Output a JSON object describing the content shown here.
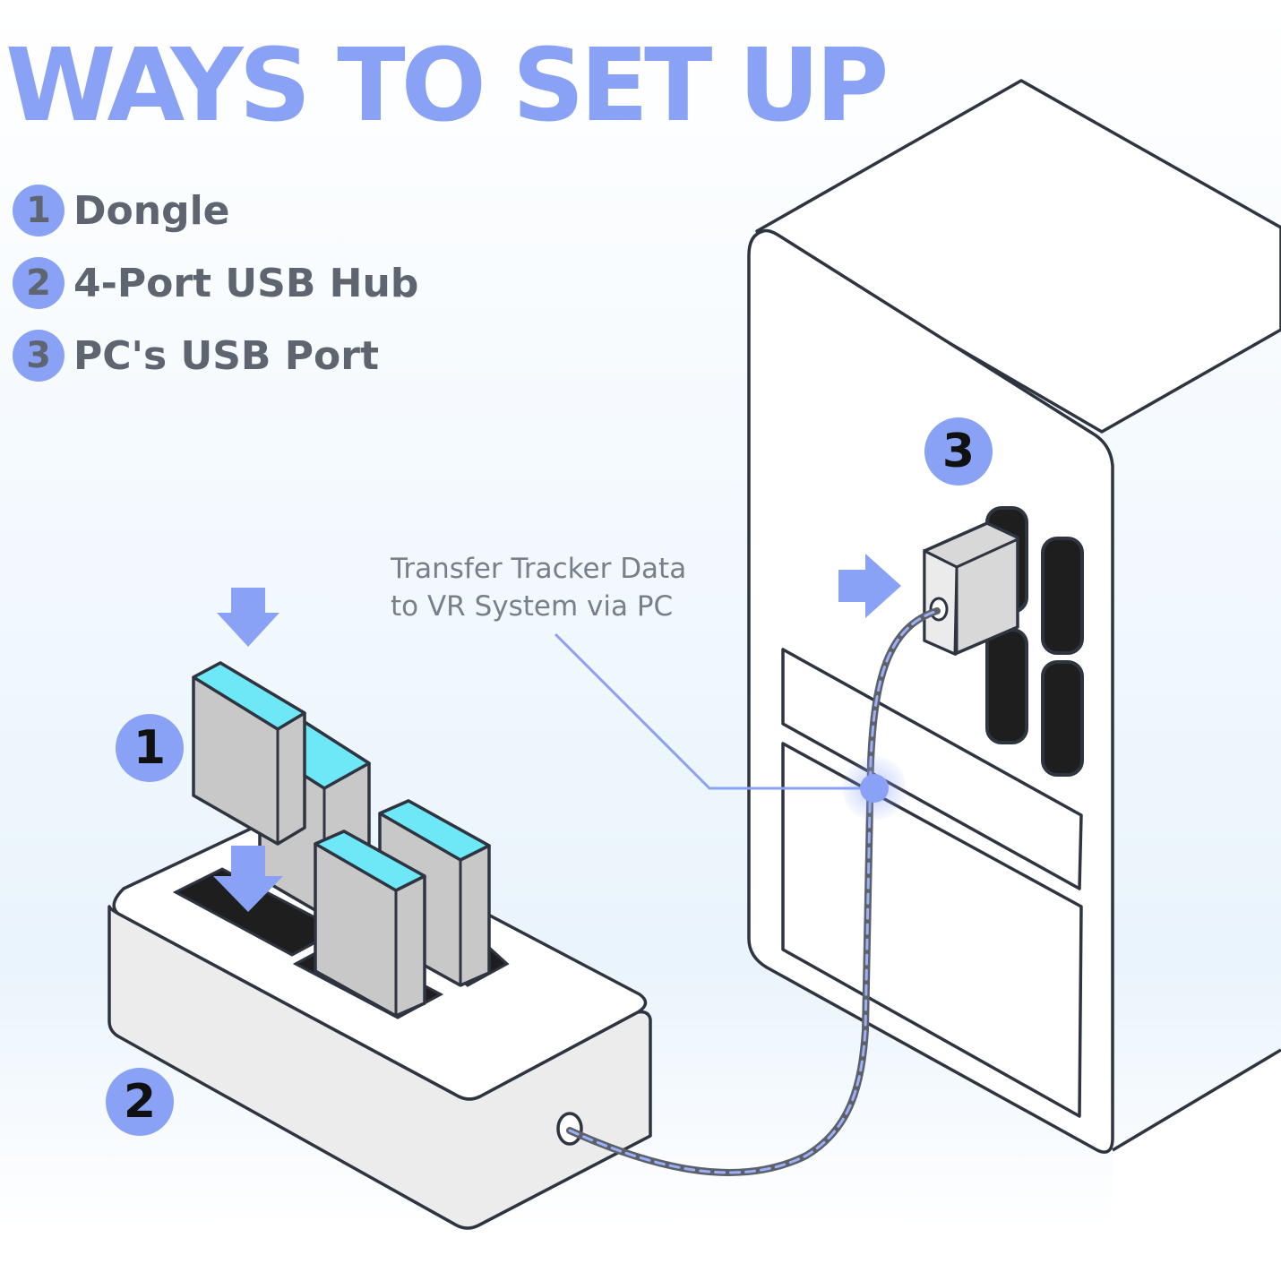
{
  "title": "WAYS TO SET UP",
  "legend": [
    {
      "number": "1",
      "label": "Dongle"
    },
    {
      "number": "2",
      "label": "4-Port USB Hub"
    },
    {
      "number": "3",
      "label": "PC's USB Port"
    }
  ],
  "callout": {
    "line1": "Transfer Tracker Data",
    "line2": "to VR System via PC"
  },
  "markers": {
    "dongle": "1",
    "hub": "2",
    "pc_port": "3"
  },
  "colors": {
    "accent": "#8aa2f5",
    "legend_text": "#5e6470",
    "outline": "#2e3440",
    "cyan_cap": "#6ee8f6",
    "dongle_body": "#c8c8c8",
    "port_black": "#1e1e1e",
    "callout_text": "#777f8a"
  },
  "icons": [
    "down-arrow-icon",
    "right-arrow-icon"
  ]
}
